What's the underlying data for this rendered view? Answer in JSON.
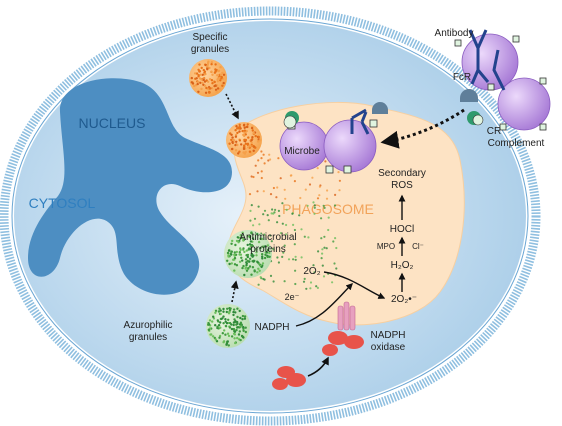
{
  "labels": {
    "nucleus": "NUCLEUS",
    "cytosol": "CYTOSOL",
    "phagosome": "PHAGOSOME",
    "specific_granules": [
      "Specific",
      "granules"
    ],
    "azurophilic_granules": [
      "Azurophilic",
      "granules"
    ],
    "antimicrobial_proteins": [
      "Antimicrobial",
      "proteins"
    ],
    "microbe": "Microbe",
    "antibody": "Antibody",
    "fcr": "FcR",
    "cr": "CR",
    "complement": "Complement",
    "nadph": "NADPH",
    "nadph_oxidase": [
      "NADPH",
      "oxidase"
    ],
    "electrons": "2e⁻",
    "oxygen": "2O₂",
    "superoxide": "2O₂•⁻",
    "hydrogen_peroxide": "H₂O₂",
    "mpo": "MPO",
    "chloride": "Cl⁻",
    "hocl": "HOCl",
    "secondary_ros": [
      "Secondary",
      "ROS"
    ]
  },
  "colors": {
    "background": "#ffffff",
    "cell_fill": "#cfe3f2",
    "membrane": "#7fb3d9",
    "nucleus": "#4a8cc0",
    "nucleus_label": "#1f5f98",
    "cytosol_label": "#2f7fc0",
    "phagosome": "#fde3c4",
    "phagosome_label": "#f2a35a",
    "microbe": "#c89ae8",
    "complement": "#c89ae8",
    "antibody": "#23438d",
    "receptor": "#5f7f9a",
    "specific_granule": "#f08a2a",
    "azurophilic_granule": "#4aa64a",
    "nadph_oxidase": "#e8534a",
    "receptor_mark": "#e0f4e0"
  }
}
